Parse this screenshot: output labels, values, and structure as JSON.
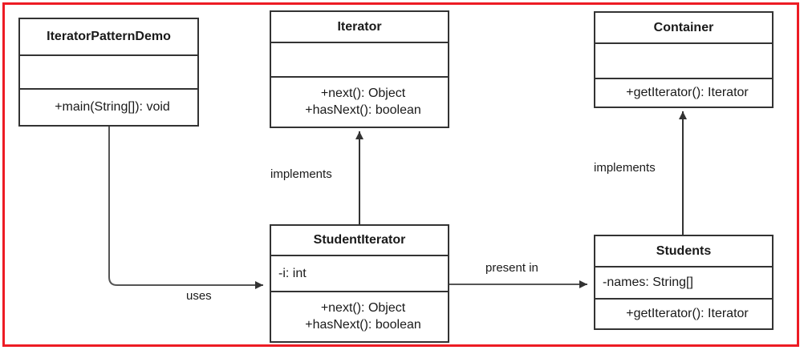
{
  "diagram": {
    "title_note": "Iterator design pattern UML class diagram",
    "frame_color": "#ed1c24",
    "line_color": "#333333",
    "background": "#ffffff"
  },
  "classes": [
    {
      "id": "iterator-pattern-demo",
      "name": "IteratorPatternDemo",
      "attributes": [],
      "methods": [
        "+main(String[]): void"
      ]
    },
    {
      "id": "iterator",
      "name": "Iterator",
      "attributes": [],
      "methods": [
        "+next(): Object",
        "+hasNext(): boolean"
      ]
    },
    {
      "id": "container",
      "name": "Container",
      "attributes": [],
      "methods": [
        "+getIterator(): Iterator"
      ]
    },
    {
      "id": "student-iterator",
      "name": "StudentIterator",
      "attributes": [
        "-i: int"
      ],
      "methods": [
        "+next(): Object",
        "+hasNext(): boolean"
      ]
    },
    {
      "id": "students",
      "name": "Students",
      "attributes": [
        "-names: String[]"
      ],
      "methods": [
        "+getIterator(): Iterator"
      ]
    }
  ],
  "relationships": [
    {
      "id": "rel-uses",
      "label": "uses",
      "from": "IteratorPatternDemo",
      "to": "StudentIterator",
      "arrow": "open-arrow"
    },
    {
      "id": "rel-implements-iterator",
      "label": "implements",
      "from": "StudentIterator",
      "to": "Iterator",
      "arrow": "solid-triangle"
    },
    {
      "id": "rel-implements-container",
      "label": "implements",
      "from": "Students",
      "to": "Container",
      "arrow": "solid-triangle"
    },
    {
      "id": "rel-present-in",
      "label": "present in",
      "from": "StudentIterator",
      "to": "Students",
      "arrow": "open-arrow"
    }
  ]
}
